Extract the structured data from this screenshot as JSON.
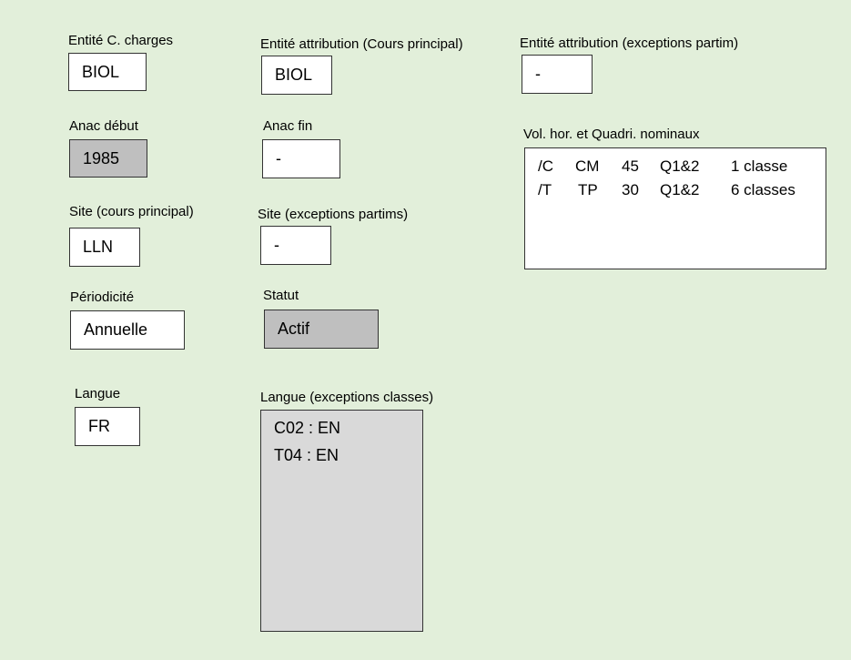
{
  "entite_charges": {
    "label": "Entité C. charges",
    "value": "BIOL"
  },
  "entite_attr_principal": {
    "label": "Entité attribution (Cours  principal)",
    "value": "BIOL"
  },
  "entite_attr_partim": {
    "label": "Entité attribution (exceptions partim)",
    "value": "-"
  },
  "anac_debut": {
    "label": "Anac début",
    "value": "1985"
  },
  "anac_fin": {
    "label": "Anac fin",
    "value": "-"
  },
  "volumes": {
    "label": "Vol. hor. et Quadri. nominaux",
    "rows": [
      {
        "code": "/C",
        "type": "CM",
        "hours": "45",
        "quadri": "Q1&2",
        "classes": "1 classe"
      },
      {
        "code": "/T",
        "type": "TP",
        "hours": "30",
        "quadri": "Q1&2",
        "classes": "6 classes"
      }
    ]
  },
  "site_principal": {
    "label": "Site (cours principal)",
    "value": "LLN"
  },
  "site_partim": {
    "label": "Site (exceptions partims)",
    "value": "-"
  },
  "periodicite": {
    "label": "Périodicité",
    "value": "Annuelle"
  },
  "statut": {
    "label": "Statut",
    "value": "Actif"
  },
  "langue": {
    "label": "Langue",
    "value": "FR"
  },
  "langue_exceptions": {
    "label": "Langue (exceptions classes)",
    "items": [
      "C02 : EN",
      "T04 : EN"
    ]
  },
  "colors": {
    "background": "#e2efda",
    "field": "#ffffff",
    "readonly_field": "#bfbfbf",
    "list_field": "#d9d9d9"
  }
}
